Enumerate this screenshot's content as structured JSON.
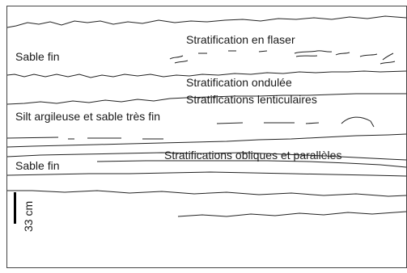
{
  "labels": {
    "flaser": "Stratification en flaser",
    "sable_fin_top": "Sable fin",
    "ondulee": "Stratification ondulée",
    "lenticulaires": "Stratifications lenticulaires",
    "silt": "Silt argileuse et sable très fin",
    "obliques": "Stratifications obliques et parallèles",
    "sable_fin_bottom": "Sable fin"
  },
  "scale_bar": {
    "label": "33 cm"
  }
}
